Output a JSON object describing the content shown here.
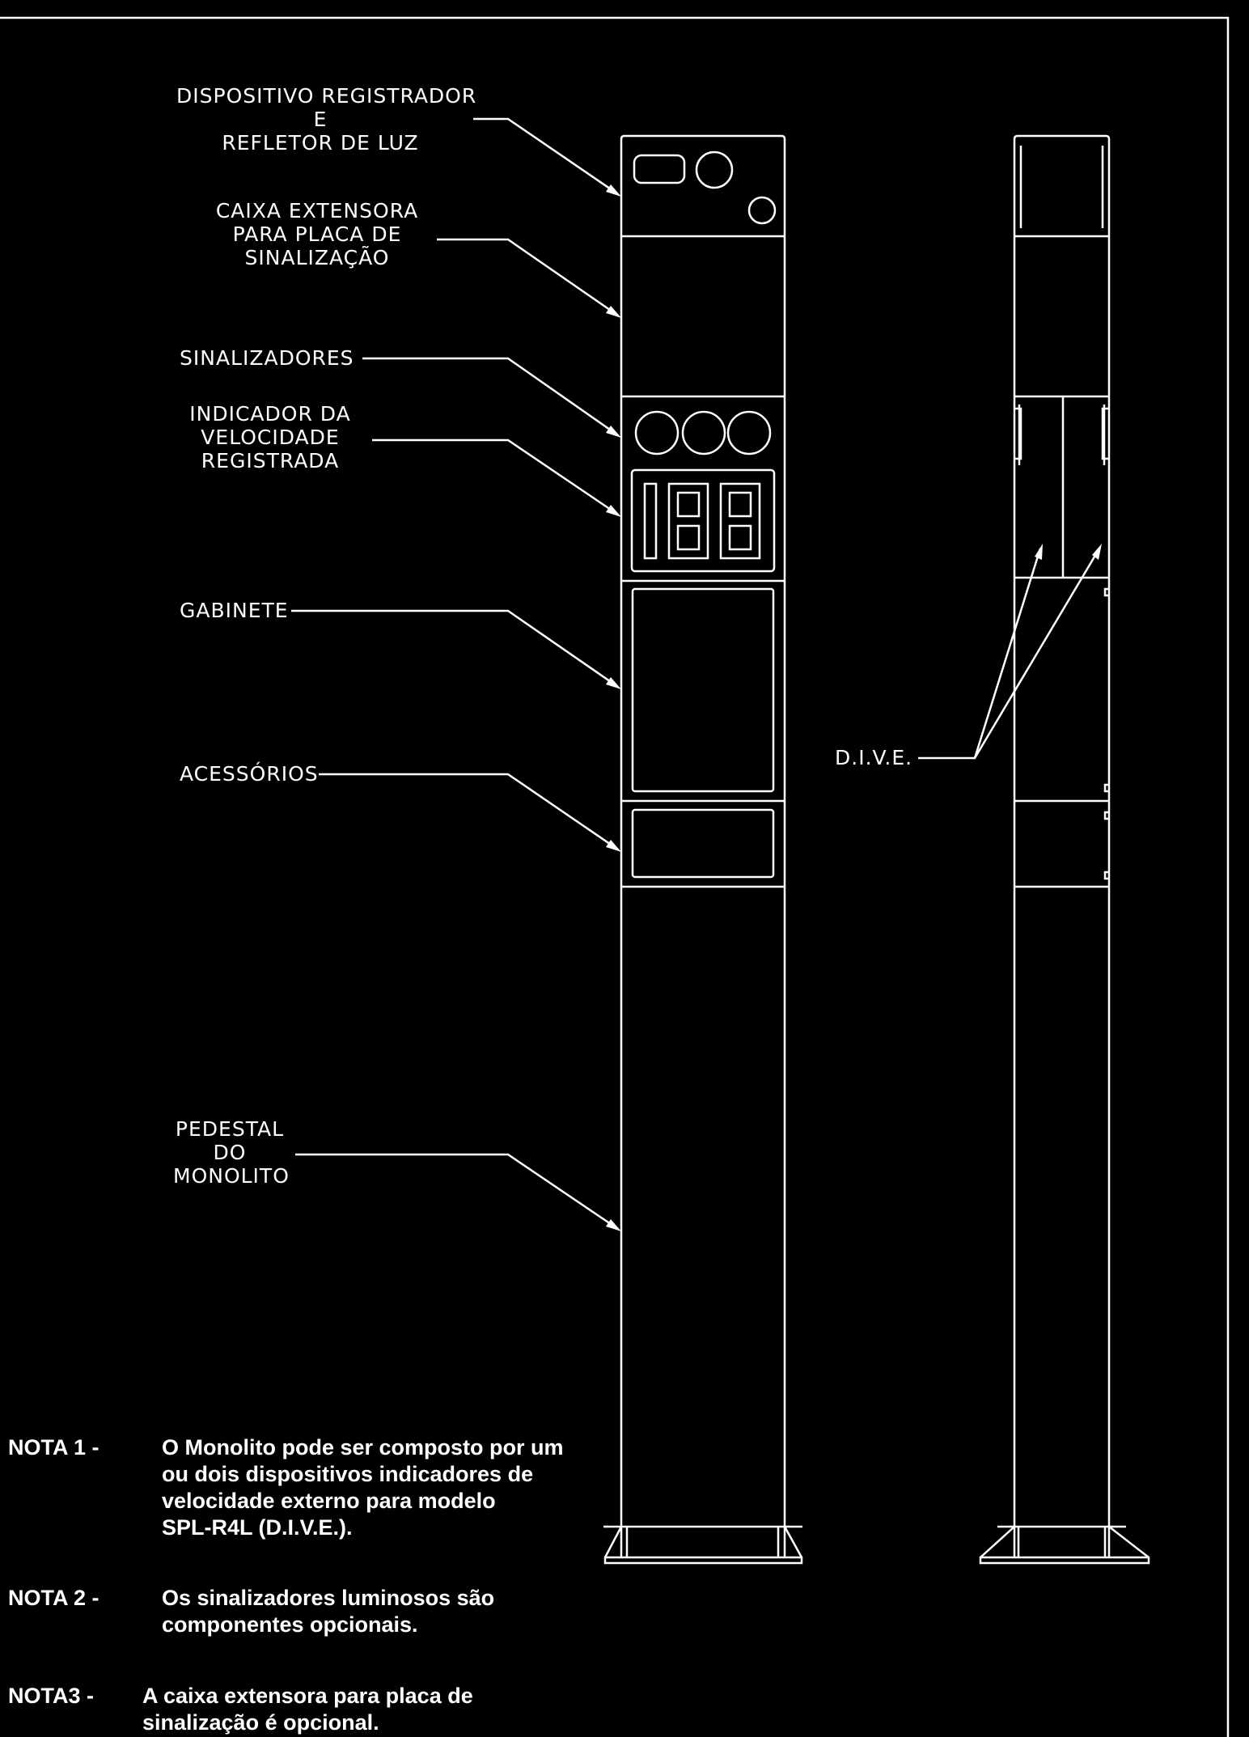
{
  "labels": {
    "dispositivo": [
      "DISPOSITIVO REGISTRADOR",
      "E",
      "REFLETOR DE LUZ"
    ],
    "caixa": [
      "CAIXA EXTENSORA",
      "PARA PLACA DE",
      "SINALIZAÇÃO"
    ],
    "sinalizadores": "SINALIZADORES",
    "indicador": [
      "INDICADOR DA",
      "VELOCIDADE",
      "REGISTRADA"
    ],
    "gabinete": "GABINETE",
    "acessorios": "ACESSÓRIOS",
    "pedestal": [
      "PEDESTAL",
      "DO",
      "MONOLITO"
    ],
    "dive": "D.I.V.E."
  },
  "display_digits": "188",
  "notes": [
    {
      "head": "NOTA 1 -",
      "lines": [
        "O Monolito pode ser composto por um",
        "ou dois dispositivos indicadores de",
        "velocidade externo para  modelo",
        "SPL-R4L (D.I.V.E.)."
      ]
    },
    {
      "head": "NOTA 2 -",
      "lines": [
        "Os sinalizadores luminosos são",
        "componentes opcionais."
      ]
    },
    {
      "head": "NOTA3 -",
      "lines": [
        "A caixa extensora para placa de",
        "sinalização é opcional."
      ]
    }
  ],
  "colors": {
    "background": "#000000",
    "line": "#ffffff"
  }
}
